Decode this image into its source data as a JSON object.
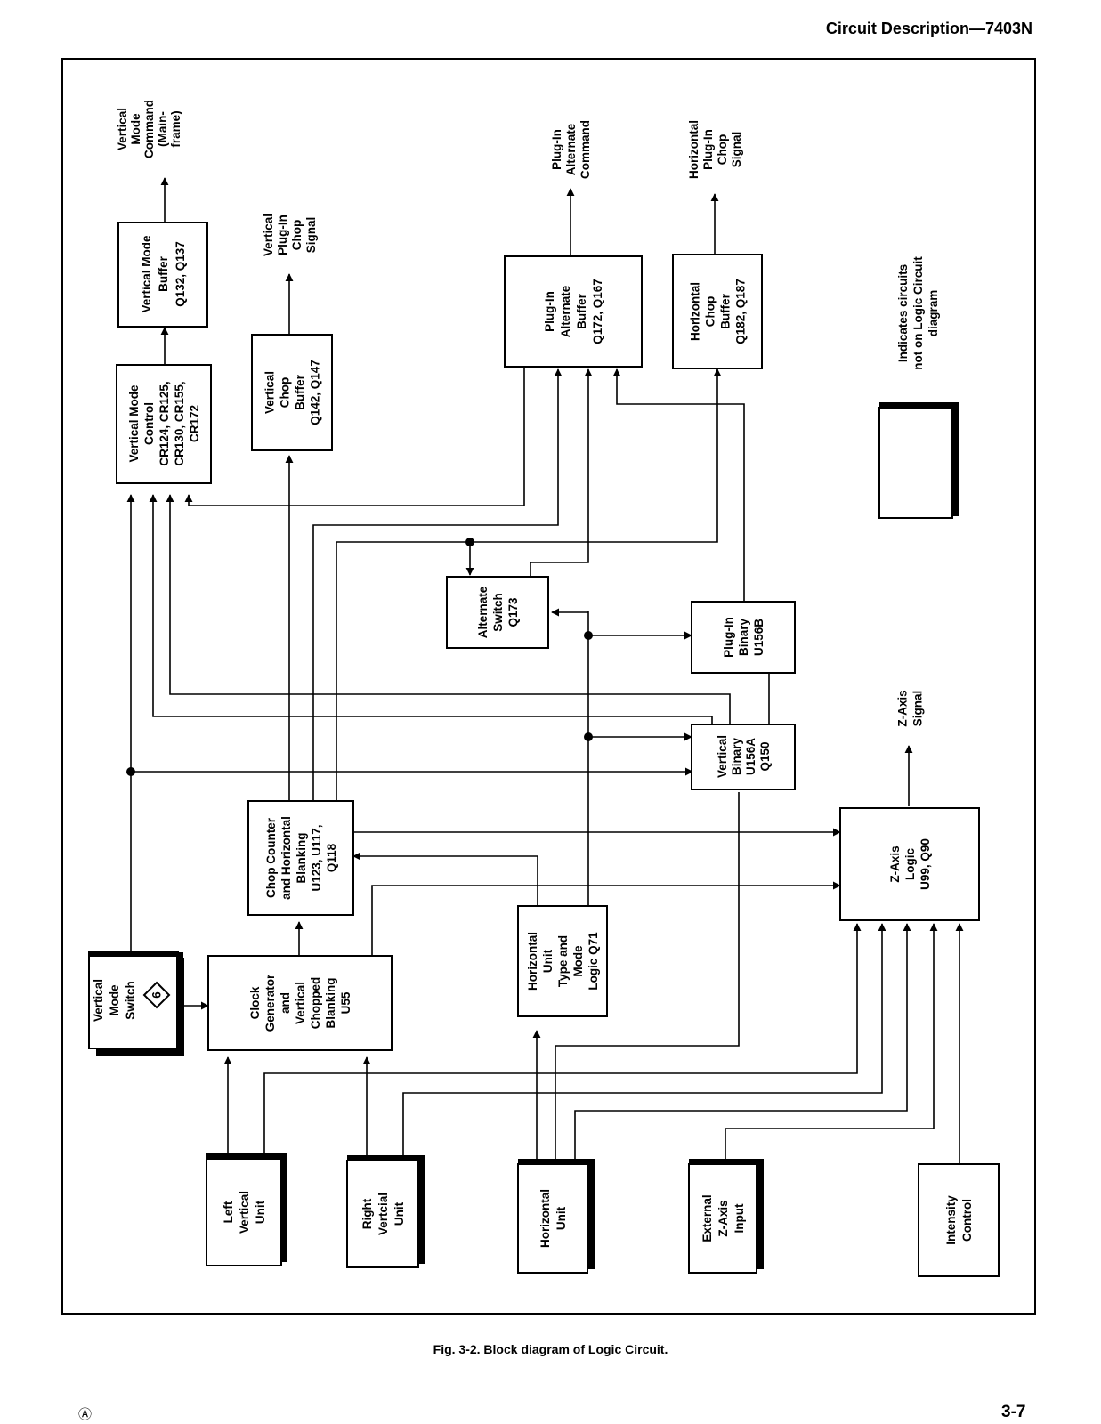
{
  "header": "Circuit Description—7403N",
  "caption": "Fig. 3-2. Block diagram of Logic Circuit.",
  "revision_mark": "Ⓐ",
  "page_number": "3-7",
  "diagram_number": "6",
  "blocks": {
    "vm_control": [
      "Vertical Mode",
      "Control",
      "CR124, CR125,",
      "CR130, CR155,",
      "CR172"
    ],
    "vm_buffer": [
      "Vertical Mode",
      "Buffer",
      "Q132, Q137"
    ],
    "v_chop_buffer": [
      "Vertical",
      "Chop",
      "Buffer",
      "Q142, Q147"
    ],
    "pi_alt_buffer": [
      "Plug-In",
      "Alternate",
      "Buffer",
      "Q172, Q167"
    ],
    "h_chop_buffer": [
      "Horizontal",
      "Chop",
      "Buffer",
      "Q182, Q187"
    ],
    "alt_switch": [
      "Alternate",
      "Switch",
      "Q173"
    ],
    "pi_binary": [
      "Plug-In",
      "Binary",
      "U156B"
    ],
    "v_binary": [
      "Vertical",
      "Binary",
      "U156A",
      "Q150"
    ],
    "chop_counter": [
      "Chop Counter",
      "and Horizontal",
      "Blanking",
      "U123, U117,",
      "Q118"
    ],
    "clock_gen": [
      "Clock",
      "Generator",
      "and",
      "Vertical",
      "Chopped",
      "Blanking",
      "U55"
    ],
    "h_unit_logic": [
      "Horizontal",
      "Unit",
      "Type and",
      "Mode",
      "Logic Q71"
    ],
    "z_axis_logic": [
      "Z-Axis",
      "Logic",
      "U99, Q90"
    ],
    "vm_switch": [
      "Vertical",
      "Mode",
      "Switch"
    ],
    "left_vu": [
      "Left",
      "Vertical",
      "Unit"
    ],
    "right_vu": [
      "Right",
      "Vertcial",
      "Unit"
    ],
    "h_unit": [
      "Horizontal",
      "Unit"
    ],
    "ext_z": [
      "External",
      "Z-Axis",
      "Input"
    ],
    "intensity": [
      "Intensity",
      "Control"
    ],
    "legend_box": []
  },
  "outputs": {
    "vm_command": [
      "Vertical",
      "Mode",
      "Command",
      "(Main-",
      "frame)"
    ],
    "v_chop_signal": [
      "Vertical",
      "Plug-In",
      "Chop",
      "Signal"
    ],
    "pi_alt_command": [
      "Plug-In",
      "Alternate",
      "Command"
    ],
    "h_chop_signal": [
      "Horizontal",
      "Plug-In",
      "Chop",
      "Signal"
    ],
    "z_signal": [
      "Z-Axis",
      "Signal"
    ]
  },
  "legend_text": [
    "Indicates circuits",
    "not on Logic Circuit",
    "diagram"
  ]
}
